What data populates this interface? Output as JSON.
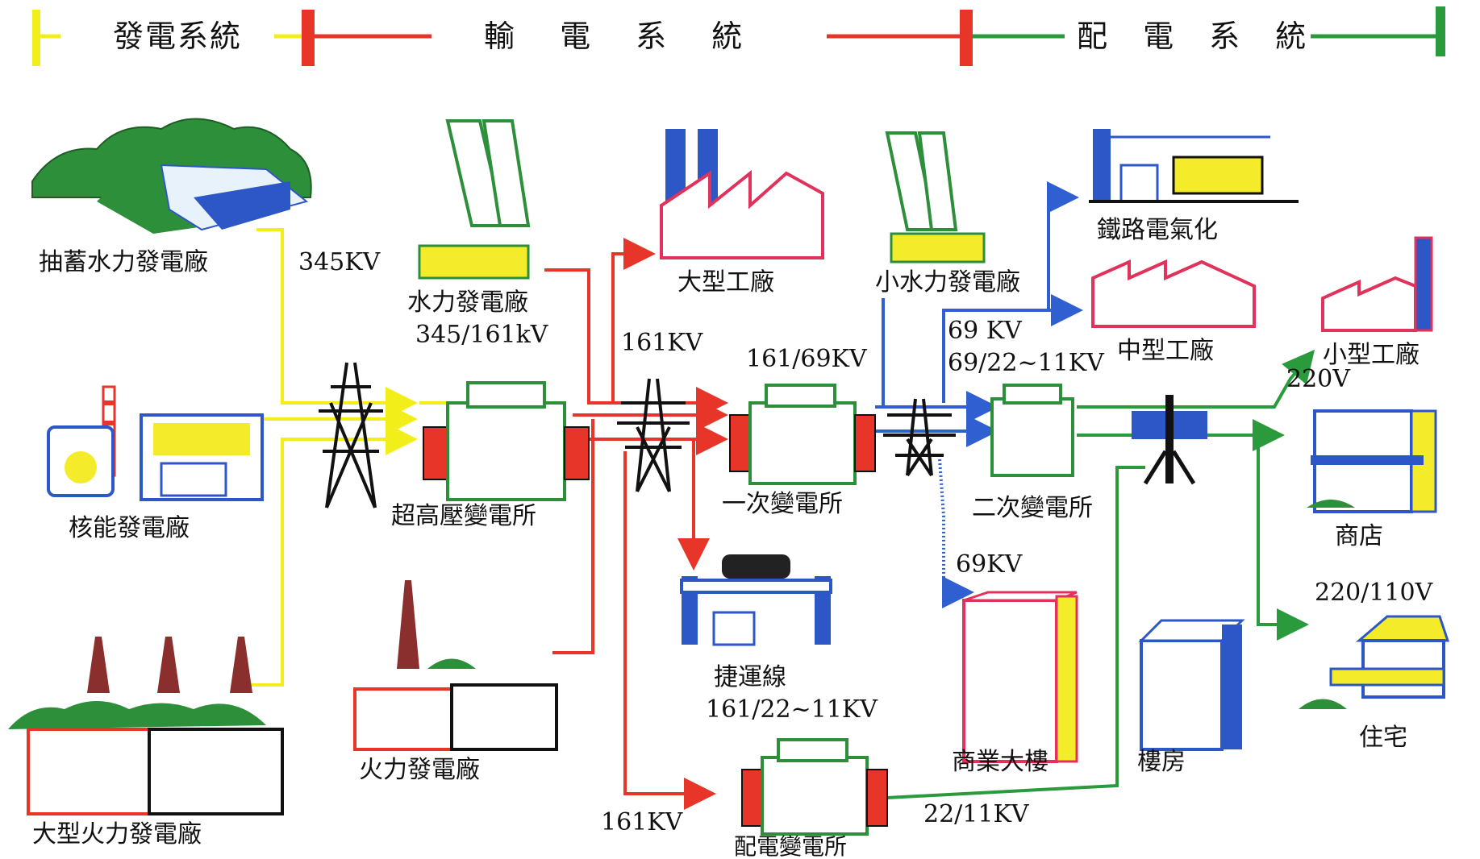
{
  "legend": {
    "generation": "發電系統",
    "transmission": "輸 電 系 統",
    "distribution": "配 電 系 統"
  },
  "labels": {
    "pumped_hydro": "抽蓄水力發電廠",
    "nuclear": "核能發電廠",
    "large_thermal": "大型火力發電廠",
    "hydro": "水力發電廠",
    "hydro_voltage": "345/161kV",
    "ehv_substation": "超高壓變電所",
    "thermal": "火力發電廠",
    "large_factory": "大型工廠",
    "primary_substation": "一次變電所",
    "primary_voltage": "161/69KV",
    "mrt": "捷運線",
    "mrt_voltage": "161/22~11KV",
    "distribution_substation": "配電變電所",
    "small_hydro": "小水力發電廠",
    "secondary_substation": "二次變電所",
    "commercial_building": "商業大樓",
    "apartment": "樓房",
    "railway": "鐵路電氣化",
    "medium_factory": "中型工廠",
    "small_factory": "小型工廠",
    "shop": "商店",
    "residence": "住宅"
  },
  "voltages": {
    "v345": "345KV",
    "v161_a": "161KV",
    "v161_b": "161KV",
    "v69": "69 KV",
    "v69_22": "69/22~11KV",
    "v69_b": "69KV",
    "v22_11": "22/11KV",
    "v220": "220V",
    "v220_110": "220/110V"
  },
  "colors": {
    "generation": "#f2ee1a",
    "transmission": "#e8352a",
    "distribution": "#2b9a3c",
    "secondary": "#2f5fd0",
    "green": "#2e8f3a",
    "pink": "#e0325a",
    "blue": "#2d57c7",
    "yellow": "#f4ec2a"
  }
}
